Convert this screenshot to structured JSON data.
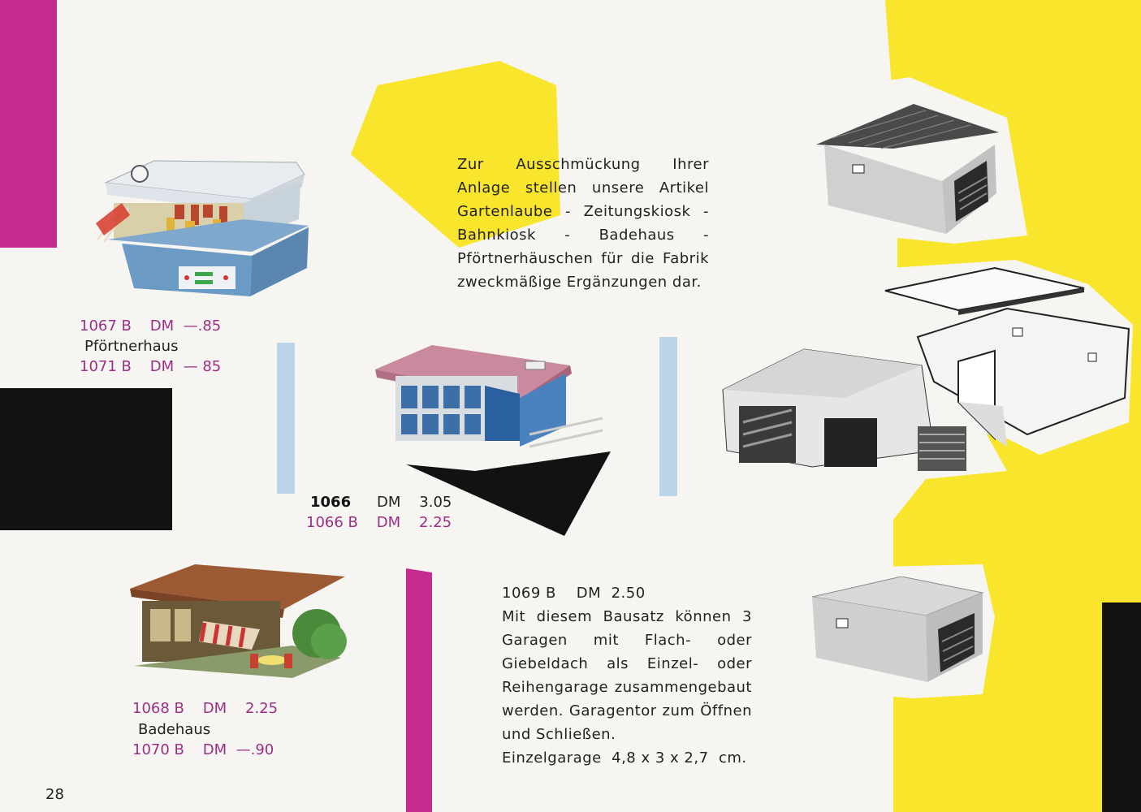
{
  "page_number": "28",
  "colors": {
    "magenta": "#c42b8f",
    "yellow": "#f8e52c",
    "black": "#121212",
    "light_blue": "#bcd4ea",
    "price_text": "#9c2f86"
  },
  "intro_text": "Zur Ausschmückung Ihrer Anlage stellen unsere Artikel Gartenlaube - Zeitungskiosk - Bahnkiosk - Badehaus - Pförtnerhäuschen für die Fabrik zweckmäßige Ergänzungen dar.",
  "pfoertnerhaus": {
    "price1": "1067 B    DM  —.85",
    "name": "Pförtnerhaus",
    "price2": "1071 B    DM  — 85"
  },
  "bahnkiosk": {
    "code": "1066",
    "price": "DM    3.05",
    "price2": "1066 B    DM    2.25"
  },
  "badehaus": {
    "price1": "1068 B    DM    2.25",
    "name": "Badehaus",
    "price2": "1070 B    DM  —.90"
  },
  "garage": {
    "price": "1069 B    DM  2.50",
    "description": "Mit diesem Bausatz können 3 Garagen mit Flach- oder Giebeldach als Einzel- oder Reihengarage zusammengebaut werden. Garagentor zum Öffnen und Schließen.",
    "size": "Einzelgarage  4,8 x 3 x 2,7  cm."
  },
  "images": [
    "pfoertnerhaus-model",
    "bahnkiosk-model",
    "badehaus-model",
    "gable-garage-model",
    "garage-kit-exploded",
    "flat-roof-garage-model"
  ]
}
